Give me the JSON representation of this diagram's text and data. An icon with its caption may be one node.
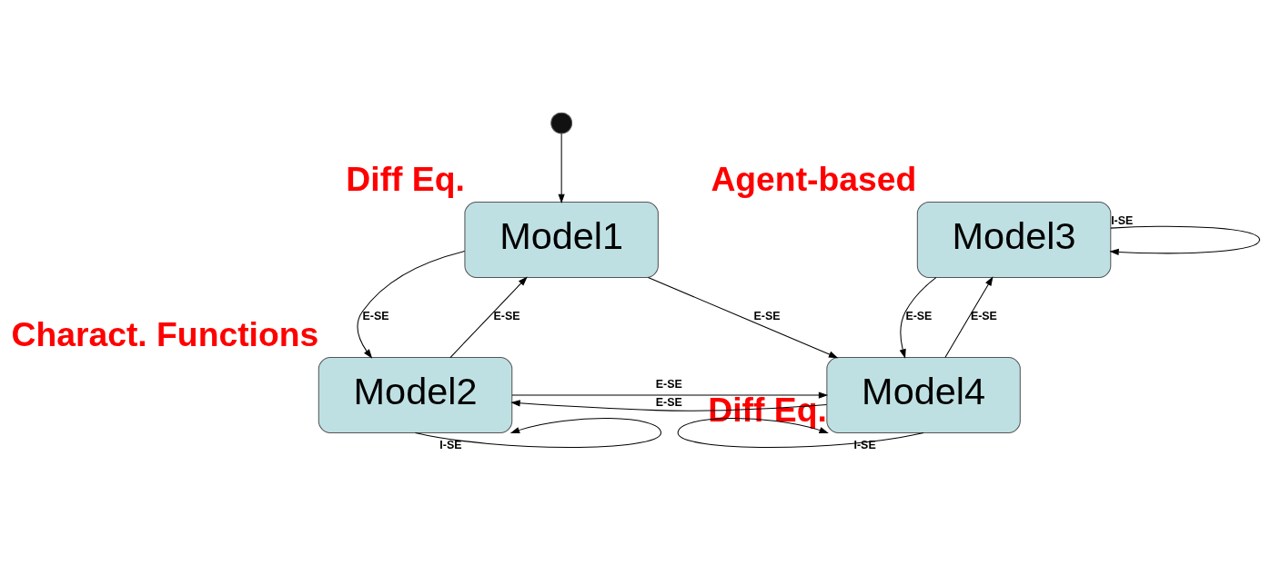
{
  "diagram": {
    "nodes": [
      {
        "text": [],
        "shape": "circle"
      },
      {
        "text": [
          "Model1"
        ],
        "beside": [
          "Diff Eq."
        ]
      },
      {
        "text": [
          "Model2"
        ],
        "beside": [
          "Charact. Functions"
        ]
      },
      {
        "text": [
          "Model3"
        ],
        "beside": [
          "Agent-based"
        ]
      },
      {
        "text": [
          "Model4"
        ],
        "beside": [
          "Diff Eq."
        ]
      }
    ],
    "edges": [
      {
        "from": 0,
        "to": 1,
        "arrow": "to"
      },
      {
        "from": 1,
        "to": 2,
        "arrow": "to",
        "label": "E-SE"
      },
      {
        "from": 2,
        "to": 1,
        "arrow": "to",
        "label": "E-SE"
      },
      {
        "from": 1,
        "to": 4,
        "arrow": "to",
        "label": "E-SE"
      },
      {
        "from": 3,
        "to": 3,
        "arrow": "to",
        "label": "I-SE"
      },
      {
        "from": 3,
        "to": 4,
        "arrow": "to",
        "label": "E-SE"
      },
      {
        "from": 4,
        "to": 3,
        "arrow": "to",
        "label": "E-SE"
      },
      {
        "from": 2,
        "to": 2,
        "arrow": "to",
        "label": "I-SE"
      },
      {
        "from": 2,
        "to": 4,
        "arrow": "to",
        "label": "E-SE"
      },
      {
        "from": 4,
        "to": 4,
        "arrow": "to",
        "label": "I-SE"
      },
      {
        "from": 4,
        "to": 2,
        "arrow": "to",
        "label": "E-SE"
      }
    ]
  }
}
